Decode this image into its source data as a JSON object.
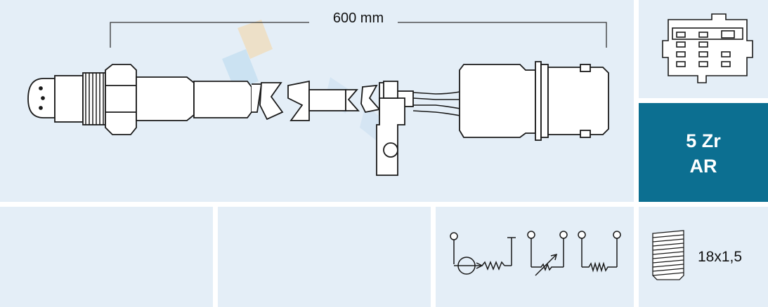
{
  "dimension": {
    "length_label": "600 mm"
  },
  "sensor_code": {
    "line1": "5 Zr",
    "line2": "AR"
  },
  "thread": {
    "label": "18x1,5"
  },
  "colors": {
    "panel_bg": "#e4eef7",
    "code_bg": "#0c6f91",
    "line": "#1a1a1a"
  },
  "icons": [
    "lambda-sensor-drawing",
    "connector-pinout-icon",
    "circuit-schematic-icon",
    "thread-icon",
    "watermark-logo"
  ]
}
